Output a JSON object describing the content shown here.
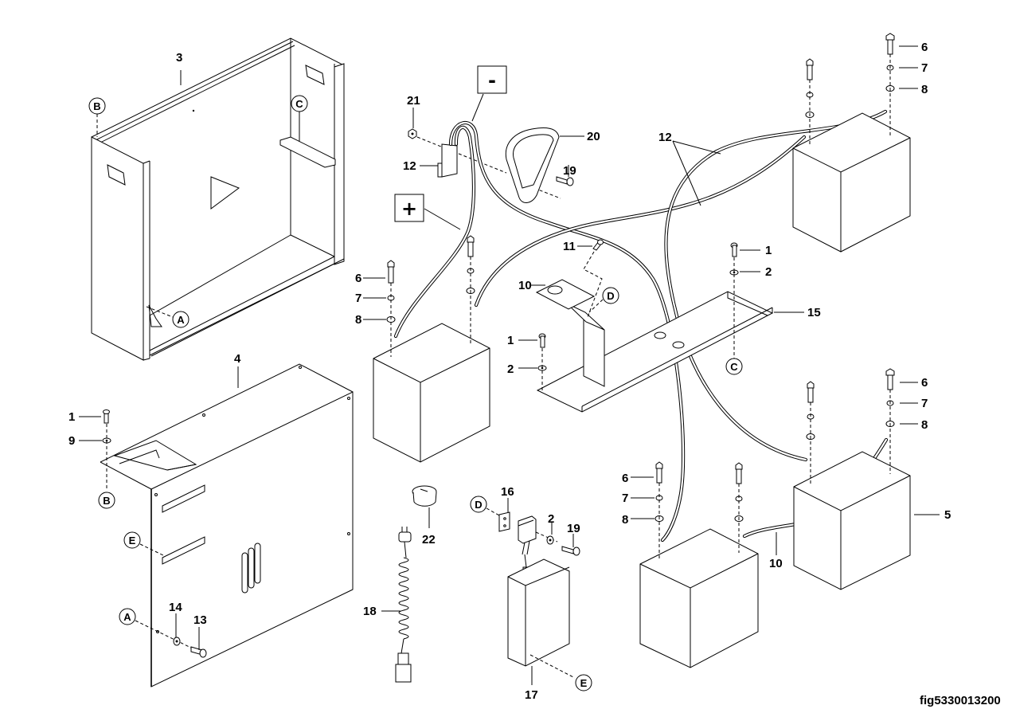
{
  "figure": {
    "id": "fig5330013200",
    "type": "exploded-view parts diagram",
    "subject": "battery enclosure, batteries, cabling and charger assembly"
  },
  "polarity_signs": {
    "negative": "-",
    "positive": "+"
  },
  "reference_markers": [
    "A",
    "B",
    "C",
    "D",
    "E"
  ],
  "callouts": {
    "c3": "3",
    "c4": "4",
    "c5": "5",
    "c21": "21",
    "c12a": "12",
    "c20": "20",
    "c19a": "19",
    "c12b": "12",
    "c6a": "6",
    "c7a": "7",
    "c8a": "8",
    "c11": "11",
    "c10a": "10",
    "c1a": "1",
    "c2a": "2",
    "c15": "15",
    "c1b": "1",
    "c2b": "2",
    "c6b": "6",
    "c7b": "7",
    "c8b": "8",
    "c1c": "1",
    "c9": "9",
    "c14": "14",
    "c13": "13",
    "c22": "22",
    "c18": "18",
    "c16": "16",
    "c2c": "2",
    "c19b": "19",
    "c17": "17",
    "c6c": "6",
    "c7c": "7",
    "c8c": "8",
    "c6d": "6",
    "c7d": "7",
    "c8d": "8",
    "c10b": "10"
  },
  "markers": {
    "B1": "B",
    "C1": "C",
    "A1": "A",
    "D1": "D",
    "C2": "C",
    "B2": "B",
    "E1": "E",
    "A2": "A",
    "D2": "D",
    "E2": "E"
  }
}
